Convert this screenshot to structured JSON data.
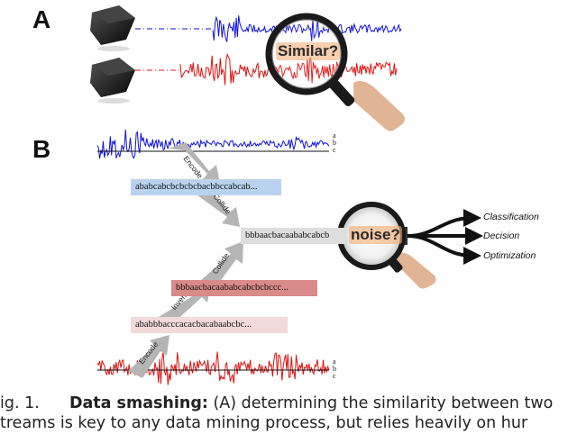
{
  "panels": {
    "a": "A",
    "b": "B"
  },
  "magnifier_a": "Similar?",
  "magnifier_b": "noise?",
  "arrows": {
    "encode_top": "Encode",
    "collide_top": "Collide",
    "collide_bottom": "Collide",
    "invert": "Invert",
    "encode_bottom": "Encode"
  },
  "strings": {
    "blue": "ababcabcbcbcbcbacbbccabcab...",
    "result": "bbbaacbacaababcabcb",
    "red_inverted": "bbbaacbacaababcabcbcbccc...",
    "pink": "ababbbacccacacbacabaabcbc..."
  },
  "alphabet": [
    "a",
    "b",
    "c"
  ],
  "outputs": [
    "Classification",
    "Decision",
    "Optimization"
  ],
  "caption": {
    "line1_prefix": "ig. 1.",
    "line1_bold": "Data smashing:",
    "line1_rest": " (A) determining the similarity between two",
    "line2": "treams is key to any data mining process, but relies heavily on hur"
  },
  "colors": {
    "blue_signal": "#1010dd",
    "red_signal": "#e01010",
    "blue_strip": "#b9d3ee",
    "red_strip": "#d98a8a",
    "pink_strip": "#f3dada",
    "gray_strip": "#dedede",
    "arrow_gray": "#b5b5b5",
    "magnifier_text": "#e87a1a"
  }
}
